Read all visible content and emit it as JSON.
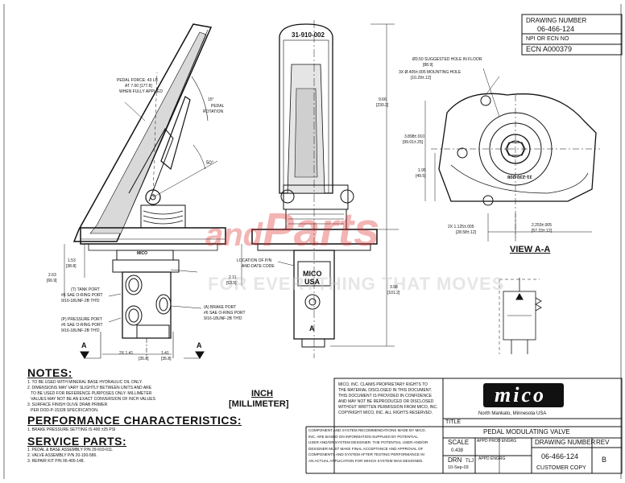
{
  "title_block": {
    "drawing_number_label": "DRAWING NUMBER",
    "drawing_number": "06-466-124",
    "npi_label": "NPI OR ECN NO",
    "ecn": "ECN A000379",
    "title_label": "TITLE",
    "title": "PEDAL MODULATING VALVE",
    "scale_label": "SCALE",
    "scale": "0.438",
    "appd_prod": "APPD PROD ENGRG",
    "drn_label": "DRN",
    "drn": "TLJ",
    "date": "10-Sep-03",
    "appd_engrg": "APPD ENGRG",
    "drawing_number_label2": "DRAWING NUMBER",
    "drawing_number2": "06-466-124",
    "rev_label": "REV",
    "rev": "B",
    "customer_copy": "CUSTOMER COPY"
  },
  "company": {
    "logo": "mico",
    "location": "North Mankato, Minnesota USA",
    "rights_notice": [
      "MICO, INC. CLAIMS PROPRIETARY RIGHTS TO",
      "THE MATERIAL DISCLOSED IN THIS DOCUMENT.",
      "THIS DOCUMENT IS PROVIDED IN CONFIDENCE",
      "AND MAY NOT BE REPRODUCED OR DISCLOSED",
      "WITHOUT WRITTEN PERMISSION FROM MICO, INC.",
      "COPYRIGHT MICO, INC. ALL RIGHTS RESERVED."
    ],
    "recommendation": [
      "COMPONENT AND SYSTEM RECOMMENDATIONS MADE BY MICO,",
      "INC. ARE BASED ON INFORMATION SUPPLIED BY POTENTIAL",
      "USER AND/OR SYSTEM DESIGNER. THE POTENTIAL USER AND/OR",
      "DESIGNER MUST MAKE FINAL ACCEPTANCE AND APPROVAL OF",
      "COMPONENTS AND SYSTEM AFTER TESTING PERFORMANCE IN",
      "AN ACTUAL APPLICATION FOR WHICH SYSTEM WAS DESIGNED."
    ]
  },
  "notes": {
    "heading": "NOTES:",
    "items": [
      "1. TO BE USED WITH MINERAL BASE HYDRAULIC OIL ONLY.",
      "2. DIMENSIONS MAY VARY SLIGHTLY BETWEEN UNITS AND ARE",
      "   TO BE USED FOR REFERENCE PURPOSES ONLY. MILLIMETER",
      "   VALUES MAY NOT BE AN EXACT CONVERSION OF INCH VALUES",
      "3. SURFACE FINISH OLIVE DRAB PRIMER",
      "   PER DOD-P-15328 SPECIFICATION."
    ]
  },
  "performance": {
    "heading": "PERFORMANCE CHARACTERISTICS:",
    "items": [
      "1. BRAKE PRESSURE SETTING IS 400 ±25 PSI"
    ]
  },
  "service": {
    "heading": "SERVICE PARTS:",
    "items": [
      "1. PEDAL & BASE ASSEMBLY P/N 29-910-011.",
      "2. VALVE ASSEMBLY P/N 20-100-586.",
      "3. REPAIR KIT P/N 06-400-148."
    ]
  },
  "units": {
    "inch": "INCH",
    "mm": "[MILLIMETER]"
  },
  "side_view": {
    "pedal_force": [
      "PEDAL FORCE: 43 LB",
      "AT 7.00 [177.8]",
      "WHEN FULLY APPLIED"
    ],
    "rotation": [
      "15°",
      "PEDAL",
      "ROTATION"
    ],
    "angle": "50°",
    "dim_153": [
      "1.53",
      "[38.8]"
    ],
    "dim_263": [
      "2.63",
      "[66.9]"
    ],
    "tank_port": [
      "(T) TANK PORT",
      "#6 SAE O-RING PORT",
      "9/16-18UNF-2B TH'D"
    ],
    "pressure_port": [
      "(P) PRESSURE PORT",
      "#6 SAE O-RING PORT",
      "9/16-18UNF-2B TH'D"
    ],
    "brake_port": [
      "(A) BRAKE PORT",
      "#6 SAE O-RING PORT",
      "9/16-18UNF-2B TH'D"
    ],
    "dim_141a": [
      "2X 1.41",
      "[35.8]"
    ],
    "dim_141b": [
      "1.41",
      "[35.8]"
    ],
    "section_a": "A",
    "mico_label": "MICO"
  },
  "front_view": {
    "part_number": "31-910-002",
    "location_note": [
      "LOCATION OF P/N",
      "AND DATE CODE"
    ],
    "dim_211": [
      "2.11",
      "[53.5]"
    ],
    "dim_966": [
      "9.66",
      "[230.2]"
    ],
    "dim_398": [
      "3.98",
      "[101.2]"
    ],
    "mico_usa": [
      "MICO",
      "USA"
    ],
    "port_a": "A"
  },
  "view_aa": {
    "title": "VIEW A-A",
    "hole_floor": [
      "Ø3.50 SUGGESTED HOLE IN FLOOR",
      "[88.9]"
    ],
    "mounting_hole": [
      "3X Ø.405±.005 MOUNTING HOLE",
      "[10.29±.12]"
    ],
    "dim_3898": [
      "3.898±.010",
      "[99.01±.25]"
    ],
    "dim_195": [
      "1.95",
      "[49.5]"
    ],
    "dim_1125": [
      "2X 1.125±.005",
      "[28.58±.12]"
    ],
    "dim_2253": [
      "2.253±.005",
      "[57.23±.12]"
    ],
    "casting_no": "31-230-008"
  },
  "watermark": {
    "brand": "Parts",
    "prefix": "and",
    "tagline": "FOR EVERYTHING THAT MOVES"
  }
}
